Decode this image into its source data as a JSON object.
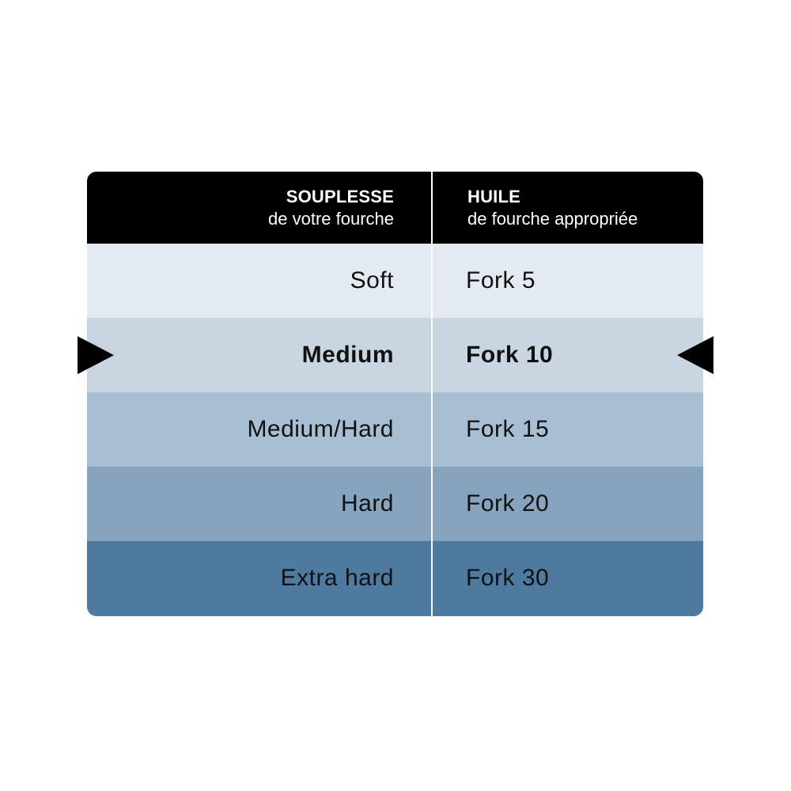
{
  "header": {
    "left_title": "SOUPLESSE",
    "left_subtitle": "de votre fourche",
    "right_title": "HUILE",
    "right_subtitle": "de fourche appropriée"
  },
  "rows": [
    {
      "stiffness": "Soft",
      "oil": "Fork 5",
      "color": "#e3eaf1",
      "highlighted": false
    },
    {
      "stiffness": "Medium",
      "oil": "Fork 10",
      "color": "#c9d6e2",
      "highlighted": true
    },
    {
      "stiffness": "Medium/Hard",
      "oil": "Fork 15",
      "color": "#a8bfd3",
      "highlighted": false
    },
    {
      "stiffness": "Hard",
      "oil": "Fork 20",
      "color": "#86a4be",
      "highlighted": false
    },
    {
      "stiffness": "Extra hard",
      "oil": "Fork 30",
      "color": "#4f7aa0",
      "highlighted": false
    }
  ],
  "colors": {
    "header_bg": "#000000",
    "header_text": "#ffffff",
    "arrow": "#000000"
  },
  "icons": {
    "left_marker": "triangle-right-icon",
    "right_marker": "triangle-left-icon"
  }
}
